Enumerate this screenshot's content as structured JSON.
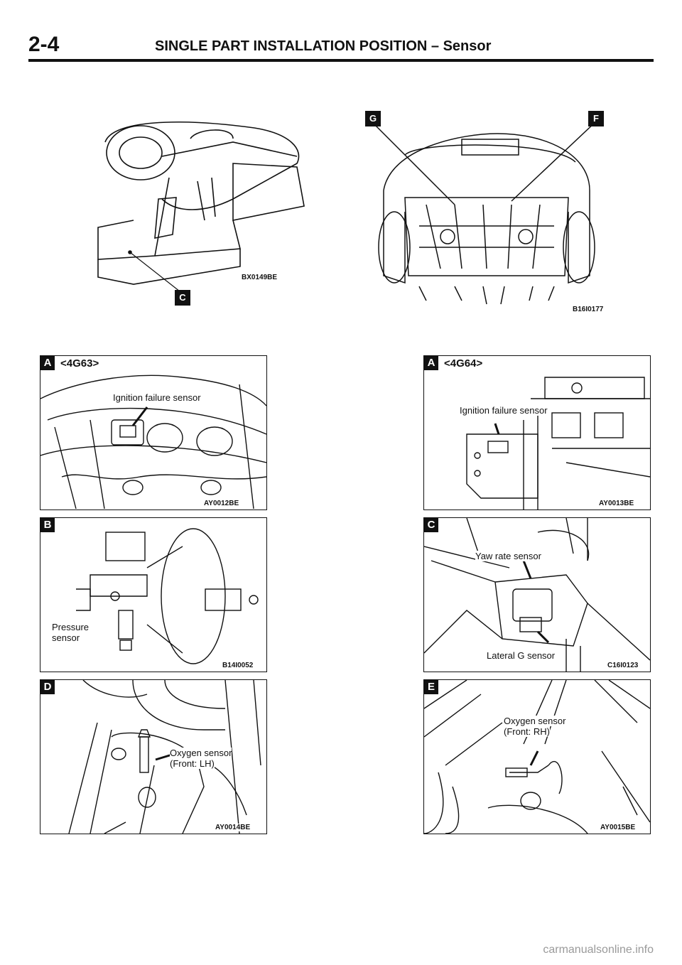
{
  "header": {
    "page_number": "2-4",
    "title": "SINGLE PART INSTALLATION POSITION – Sensor"
  },
  "top_figures": {
    "interior": {
      "code": "BX0149BE",
      "callout": "C"
    },
    "underbody": {
      "code": "B16I0177",
      "callouts": [
        "G",
        "F"
      ]
    }
  },
  "panels": [
    {
      "letter": "A",
      "variant": "<4G63>",
      "labels": [
        "Ignition failure sensor"
      ],
      "code": "AY0012BE"
    },
    {
      "letter": "A",
      "variant": "<4G64>",
      "labels": [
        "Ignition failure sensor"
      ],
      "code": "AY0013BE"
    },
    {
      "letter": "B",
      "variant": "",
      "labels": [
        "Pressure",
        "sensor"
      ],
      "code": "B14I0052"
    },
    {
      "letter": "C",
      "variant": "",
      "labels": [
        "Yaw rate sensor",
        "Lateral G sensor"
      ],
      "code": "C16I0123"
    },
    {
      "letter": "D",
      "variant": "",
      "labels": [
        "Oxygen sensor",
        "(Front: LH)"
      ],
      "code": "AY0014BE"
    },
    {
      "letter": "E",
      "variant": "",
      "labels": [
        "Oxygen sensor",
        "(Front: RH)"
      ],
      "code": "AY0015BE"
    }
  ],
  "watermark": "carmanualsonline.info"
}
